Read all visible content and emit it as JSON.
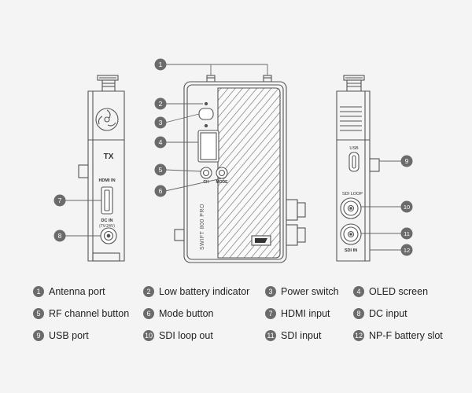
{
  "device": {
    "left_panel": {
      "tx_label": "TX",
      "hdmi_label": "HDMI IN",
      "dc_label_1": "DC IN",
      "dc_label_2": "(7V-24V)"
    },
    "front_panel": {
      "ch_label": "CH",
      "mode_label": "MODE",
      "product_name": "SWIFT 800 PRO"
    },
    "right_panel": {
      "usb_label": "USB",
      "sdi_loop_label": "SDI LOOP",
      "sdi_in_label": "SDI IN"
    }
  },
  "callouts": [
    "1",
    "2",
    "3",
    "4",
    "5",
    "6",
    "7",
    "8",
    "9",
    "10",
    "11",
    "12"
  ],
  "legend": [
    {
      "num": "1",
      "label": "Antenna port"
    },
    {
      "num": "2",
      "label": "Low battery indicator"
    },
    {
      "num": "3",
      "label": "Power switch"
    },
    {
      "num": "4",
      "label": "OLED screen"
    },
    {
      "num": "5",
      "label": "RF channel button"
    },
    {
      "num": "6",
      "label": "Mode button"
    },
    {
      "num": "7",
      "label": "HDMI input"
    },
    {
      "num": "8",
      "label": "DC input"
    },
    {
      "num": "9",
      "label": "USB port"
    },
    {
      "num": "10",
      "label": "SDI loop out"
    },
    {
      "num": "11",
      "label": "SDI input"
    },
    {
      "num": "12",
      "label": "NP-F battery slot"
    }
  ]
}
